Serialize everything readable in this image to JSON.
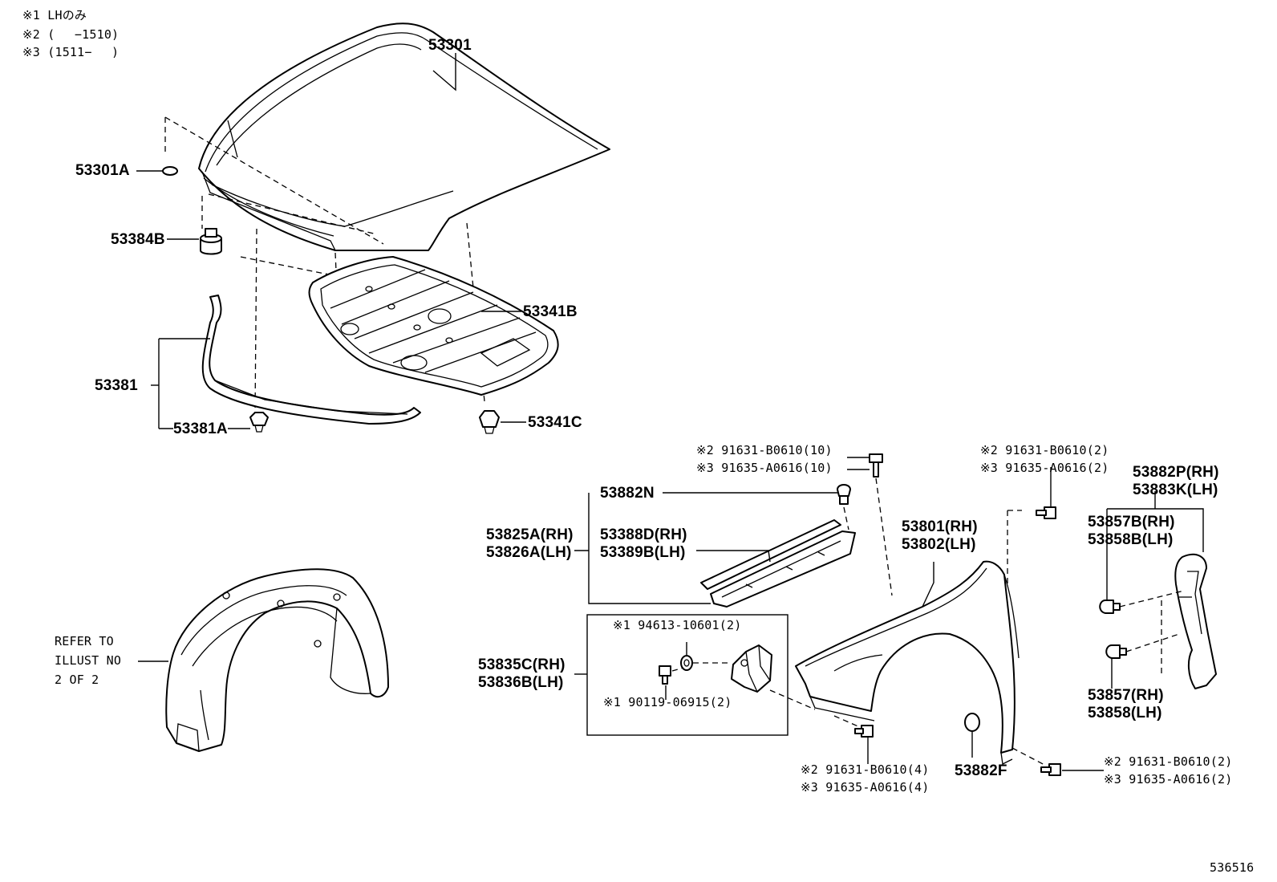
{
  "notes": [
    "※1 LHのみ",
    "※2 (　 −1510)",
    "※3 (1511−　 )"
  ],
  "labels": {
    "p53301": "53301",
    "p53301A": "53301A",
    "p53384B": "53384B",
    "p53341B": "53341B",
    "p53381": "53381",
    "p53381A": "53381A",
    "p53341C": "53341C",
    "bolt_top_a": "※2 91631-B0610(10)",
    "bolt_top_b": "※3 91635-A0616(10)",
    "p53882N": "53882N",
    "p53825A": "53825A(RH)",
    "p53826A": "53826A(LH)",
    "p53388D": "53388D(RH)",
    "p53389B": "53389B(LH)",
    "refer_1": "REFER TO",
    "refer_2": "ILLUST NO",
    "refer_3": "2 OF 2",
    "p94613": "※1 94613-10601(2)",
    "p53835C": "53835C(RH)",
    "p53836B": "53836B(LH)",
    "p90119": "※1 90119-06915(2)",
    "bolt_mid_a": "※2 91631-B0610(2)",
    "bolt_mid_b": "※3 91635-A0616(2)",
    "p53801": "53801(RH)",
    "p53802": "53802(LH)",
    "p53882P": "53882P(RH)",
    "p53883K": "53883K(LH)",
    "p53857B": "53857B(RH)",
    "p53858B": "53858B(LH)",
    "p53857": "53857(RH)",
    "p53858": "53858(LH)",
    "bolt_low_a": "※2 91631-B0610(4)",
    "bolt_low_b": "※3 91635-A0616(4)",
    "p53882F": "53882F",
    "bolt_right_a": "※2 91631-B0610(2)",
    "bolt_right_b": "※3 91635-A0616(2)",
    "figure_no": "536516"
  }
}
